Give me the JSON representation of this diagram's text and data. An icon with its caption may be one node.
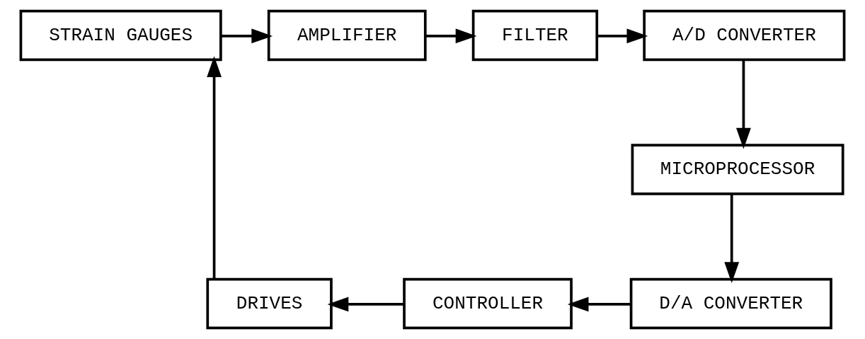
{
  "diagram": {
    "nodes": [
      {
        "text": [
          "STRAIN GAUGES"
        ]
      },
      {
        "text": [
          "AMPLIFIER"
        ]
      },
      {
        "text": [
          "FILTER"
        ]
      },
      {
        "text": [
          "A/D CONVERTER"
        ]
      },
      {
        "text": [
          "MICROPROCESSOR"
        ]
      },
      {
        "text": [
          "DRIVES"
        ]
      },
      {
        "text": [
          "CONTROLLER"
        ]
      },
      {
        "text": [
          "D/A CONVERTER"
        ]
      }
    ],
    "edges": [
      {
        "from": 0,
        "to": 1,
        "arrow": "to"
      },
      {
        "from": 1,
        "to": 2,
        "arrow": "to"
      },
      {
        "from": 2,
        "to": 3,
        "arrow": "to"
      },
      {
        "from": 3,
        "to": 4,
        "arrow": "to"
      },
      {
        "from": 4,
        "to": 7,
        "arrow": "to"
      },
      {
        "from": 7,
        "to": 6,
        "arrow": "to"
      },
      {
        "from": 6,
        "to": 5,
        "arrow": "to"
      },
      {
        "from": 5,
        "to": 0,
        "arrow": "to"
      }
    ]
  }
}
